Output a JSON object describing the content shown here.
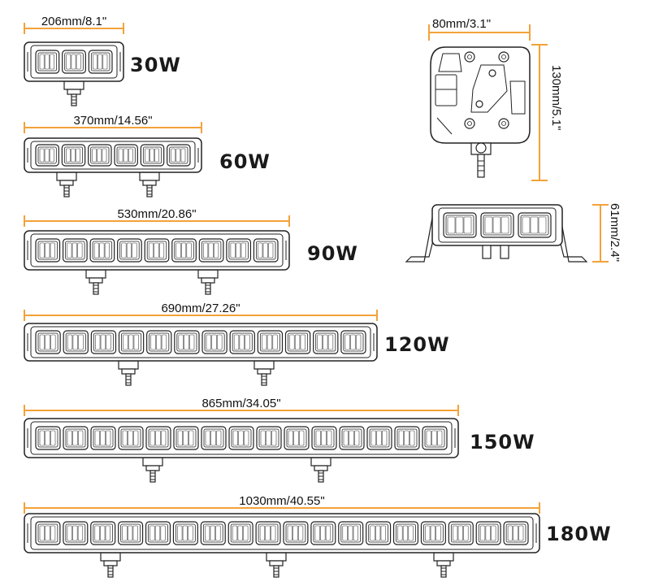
{
  "bars": [
    {
      "dimension": "206mm/8.1\"",
      "wattage": "30W",
      "leds": 3,
      "mounts": 1
    },
    {
      "dimension": "370mm/14.56\"",
      "wattage": "60W",
      "leds": 6,
      "mounts": 2
    },
    {
      "dimension": "530mm/20.86\"",
      "wattage": "90W",
      "leds": 9,
      "mounts": 2
    },
    {
      "dimension": "690mm/27.26\"",
      "wattage": "120W",
      "leds": 12,
      "mounts": 2
    },
    {
      "dimension": "865mm/34.05\"",
      "wattage": "150W",
      "leds": 15,
      "mounts": 2
    },
    {
      "dimension": "1030mm/40.55\"",
      "wattage": "180W",
      "leds": 18,
      "mounts": 3
    }
  ],
  "side_view": {
    "width": "80mm/3.1\"",
    "height": "130mm/5.1\""
  },
  "front_view": {
    "height": "61mm/2.4\""
  },
  "colors": {
    "dimension_line": "#f2a23a",
    "outline": "#222222"
  }
}
